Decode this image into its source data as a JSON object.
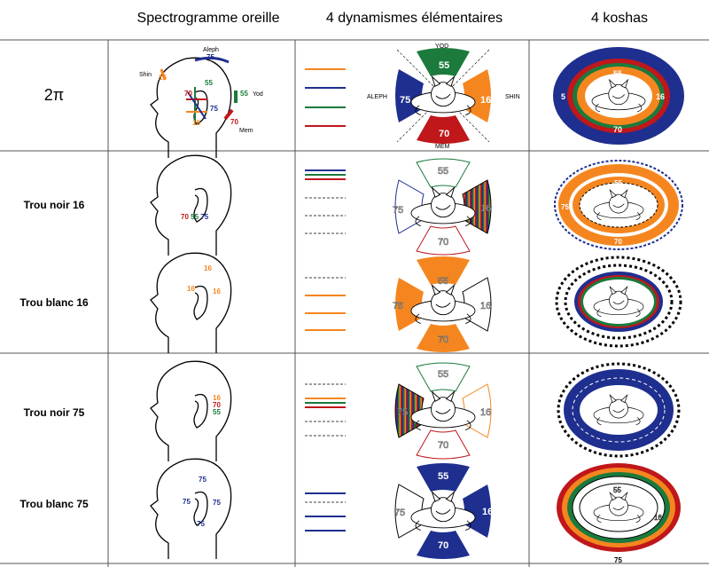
{
  "headers": [
    "Spectrogramme oreille",
    "4 dynamismes élémentaires",
    "4 koshas"
  ],
  "rows": [
    {
      "label": "2π"
    },
    {
      "label": "Trou noir 16"
    },
    {
      "label": "Trou blanc 16"
    },
    {
      "label": "Trou noir 75"
    },
    {
      "label": "Trou blanc 75"
    }
  ],
  "ear_labels": {
    "aleph": "Aleph",
    "shin": "Shin",
    "yod": "Yod",
    "mem": "Mem",
    "n16": "16",
    "n55": "55",
    "n70": "70",
    "n75": "75"
  },
  "dyn_labels": {
    "yod": "YOD",
    "aleph": "ALEPH",
    "shin": "SHIN",
    "mem": "MEM"
  },
  "kosha_labels": {
    "n5": "5",
    "n55": "55",
    "n16": "16",
    "n70": "70",
    "n75": "75"
  },
  "colors": {
    "orange": "#f5861f",
    "blue": "#1f2f8f",
    "green": "#1b7a3c",
    "red": "#c0171b",
    "grid": "#555555"
  }
}
